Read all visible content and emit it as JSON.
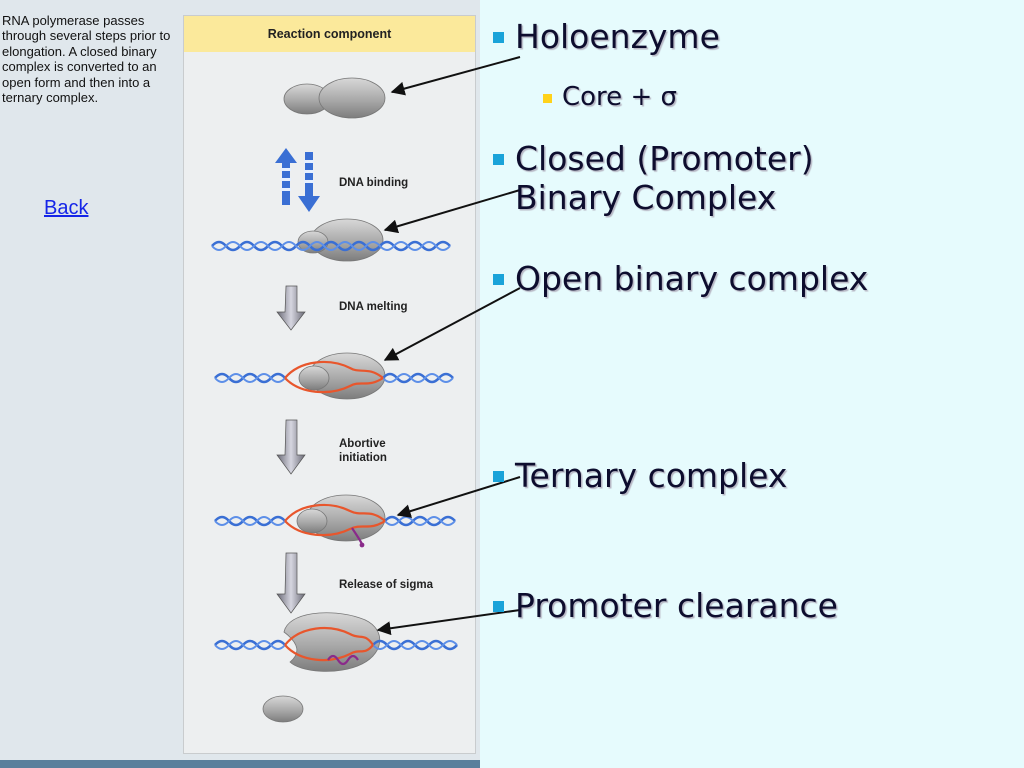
{
  "caption": "RNA polymerase passes through several steps prior to elongation.  A closed binary complex is converted to an open form and then into a ternary complex.",
  "back_link": "Back",
  "figure": {
    "header": "Reaction component",
    "steps": [
      "DNA binding",
      "DNA melting",
      "Abortive initiation",
      "Release of sigma"
    ]
  },
  "bullets": [
    {
      "text": "Holoenzyme",
      "level": 1
    },
    {
      "text": "Core + σ",
      "level": 2
    },
    {
      "text": "Closed (Promoter) Binary Complex",
      "level": 1
    },
    {
      "text": "Open binary complex",
      "level": 1
    },
    {
      "text": "Ternary complex",
      "level": 1
    },
    {
      "text": "Promoter clearance",
      "level": 1
    }
  ],
  "colors": {
    "slide_bg": "#e6fbfd",
    "bullet_square": "#1aa3d9",
    "sub_bullet_square": "#ffd21a",
    "header_band": "#fbe99b",
    "dna_strand": "#3a6fd4",
    "melted_strand": "#e8562c",
    "rna": "#8a2a8a",
    "link": "#1525e8"
  }
}
